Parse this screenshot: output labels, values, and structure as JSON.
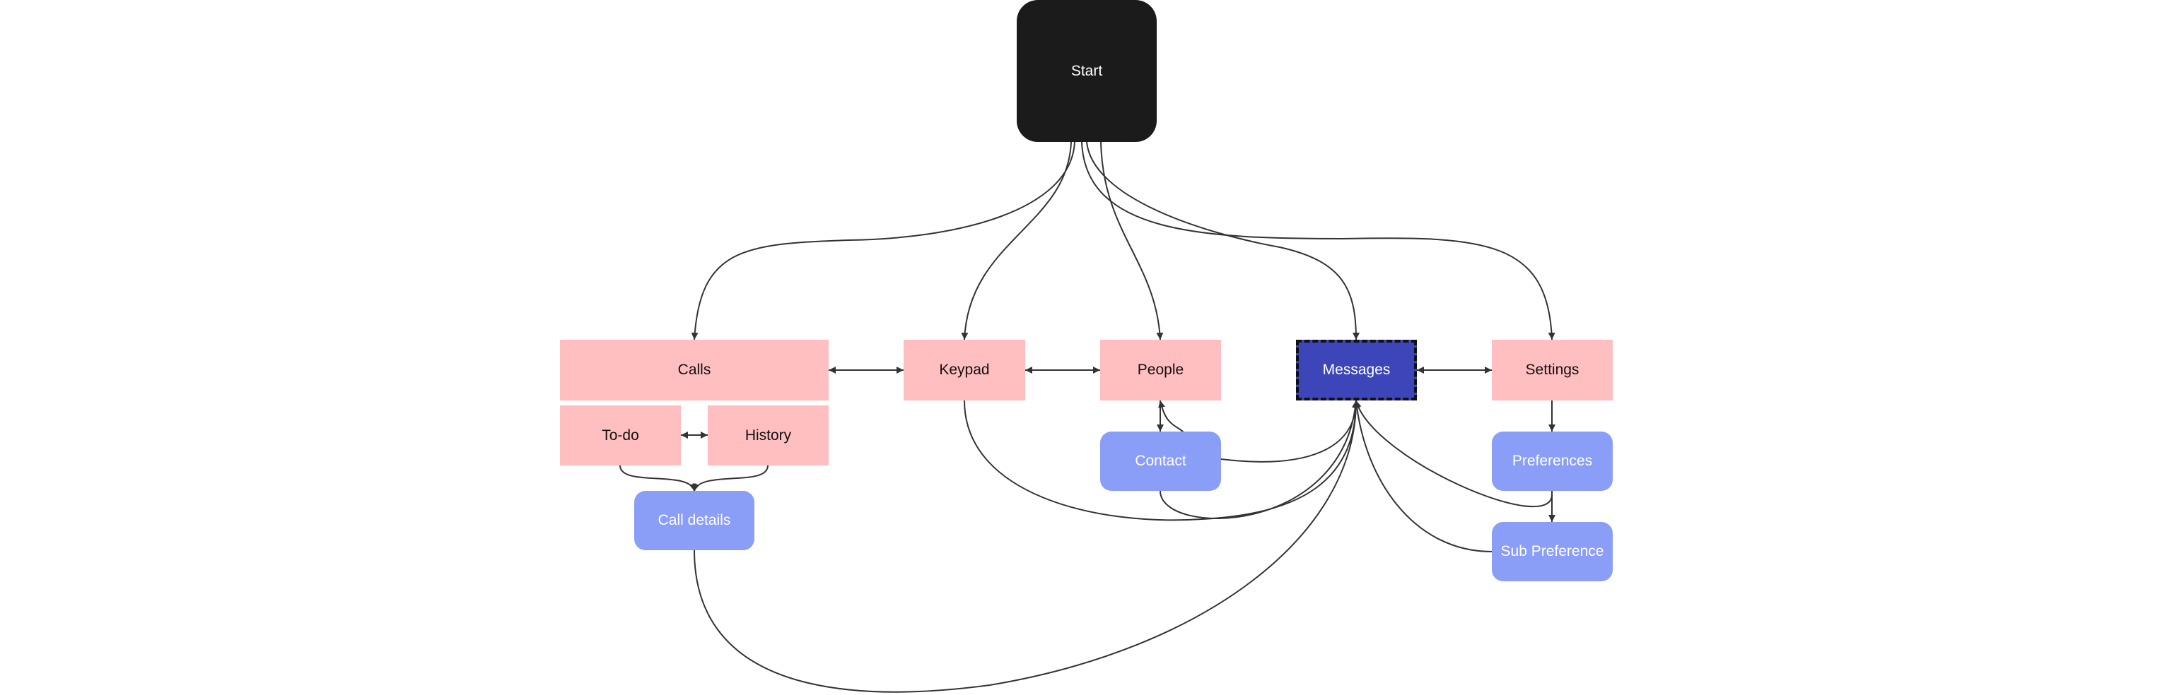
{
  "diagram": {
    "colors": {
      "start": "#1b1b1b",
      "section": "#ffbfc1",
      "detail": "#8b9ef7",
      "active": "#3c46b8",
      "edge": "#333333"
    },
    "nodes": {
      "start": "Start",
      "calls": "Calls",
      "keypad": "Keypad",
      "people": "People",
      "messages": "Messages",
      "settings": "Settings",
      "todo": "To-do",
      "history": "History",
      "call_details": "Call details",
      "contact": "Contact",
      "preferences": "Preferences",
      "sub_preference": "Sub Preference"
    },
    "edges": [
      {
        "from": "start",
        "to": "calls",
        "direction": "forward"
      },
      {
        "from": "start",
        "to": "keypad",
        "direction": "forward"
      },
      {
        "from": "start",
        "to": "people",
        "direction": "forward"
      },
      {
        "from": "start",
        "to": "messages",
        "direction": "forward"
      },
      {
        "from": "start",
        "to": "settings",
        "direction": "forward"
      },
      {
        "from": "calls",
        "to": "keypad",
        "direction": "both"
      },
      {
        "from": "keypad",
        "to": "people",
        "direction": "both"
      },
      {
        "from": "people",
        "to": "messages",
        "direction": "both"
      },
      {
        "from": "messages",
        "to": "settings",
        "direction": "both"
      },
      {
        "from": "todo",
        "to": "history",
        "direction": "both"
      },
      {
        "from": "todo",
        "to": "call_details",
        "direction": "forward"
      },
      {
        "from": "history",
        "to": "call_details",
        "direction": "forward"
      },
      {
        "from": "people",
        "to": "contact",
        "direction": "forward"
      },
      {
        "from": "settings",
        "to": "preferences",
        "direction": "forward"
      },
      {
        "from": "preferences",
        "to": "sub_preference",
        "direction": "forward"
      },
      {
        "from": "keypad",
        "to": "messages",
        "direction": "forward"
      },
      {
        "from": "people",
        "to": "messages",
        "direction": "forward"
      },
      {
        "from": "contact",
        "to": "messages",
        "direction": "forward"
      },
      {
        "from": "preferences",
        "to": "messages",
        "direction": "forward"
      },
      {
        "from": "sub_preference",
        "to": "messages",
        "direction": "forward"
      },
      {
        "from": "call_details",
        "to": "messages",
        "direction": "forward"
      }
    ]
  }
}
